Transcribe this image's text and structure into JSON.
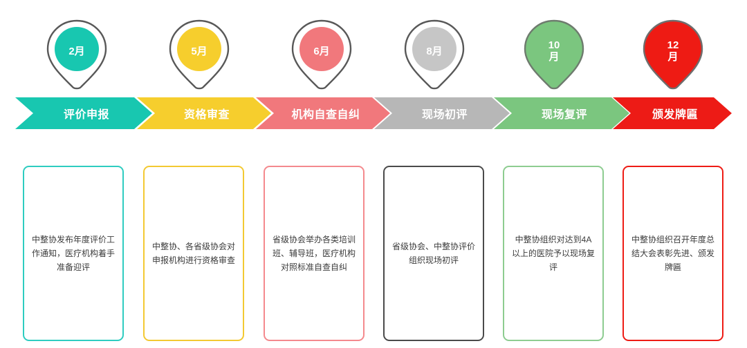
{
  "diagram": {
    "title": "医疗机构年度评价流程时间轴",
    "type": "process-timeline",
    "stage_count": 6
  },
  "stages": [
    {
      "pin": {
        "name": "pin-marker-1",
        "month_label": "2月",
        "fill": "#18C7B0",
        "outline": "#585858",
        "style": "ring"
      },
      "chevron": {
        "name": "chevron-stage-1",
        "label": "评价申报",
        "fill": "#18C7B0"
      },
      "card": {
        "name": "card-stage-1",
        "text": "中整协发布年度评价工作通知，医疗机构着手准备迎评",
        "border": "#2ECCC0"
      }
    },
    {
      "pin": {
        "name": "pin-marker-2",
        "month_label": "5月",
        "fill": "#F6CE2D",
        "outline": "#585858",
        "style": "ring"
      },
      "chevron": {
        "name": "chevron-stage-2",
        "label": "资格审查",
        "fill": "#F6CE2D"
      },
      "card": {
        "name": "card-stage-2",
        "text": "中整协、各省级协会对申报机构进行资格审查",
        "border": "#F3C932"
      }
    },
    {
      "pin": {
        "name": "pin-marker-3",
        "month_label": "6月",
        "fill": "#F1787C",
        "outline": "#585858",
        "style": "ring"
      },
      "chevron": {
        "name": "chevron-stage-3",
        "label": "机构自查自纠",
        "fill": "#F1787C"
      },
      "card": {
        "name": "card-stage-3",
        "text": "省级协会举办各类培训班、辅导班，医疗机构对照标准自查自纠",
        "border": "#F4898D"
      }
    },
    {
      "pin": {
        "name": "pin-marker-4",
        "month_label": "8月",
        "fill": "#C6C6C6",
        "outline": "#585858",
        "style": "ring"
      },
      "chevron": {
        "name": "chevron-stage-4",
        "label": "现场初评",
        "fill": "#B7B7B7"
      },
      "card": {
        "name": "card-stage-4",
        "text": "省级协会、中整协评价组织现场初评",
        "border": "#4A4A4A"
      }
    },
    {
      "pin": {
        "name": "pin-marker-5",
        "month_label": "10\n月",
        "fill": "#7BC67F",
        "outline": "#6E7B6E",
        "style": "solid"
      },
      "chevron": {
        "name": "chevron-stage-5",
        "label": "现场复评",
        "fill": "#7BC67F"
      },
      "card": {
        "name": "card-stage-5",
        "text": "中整协组织对达到4A以上的医院予以现场复评",
        "border": "#8DCC90"
      }
    },
    {
      "pin": {
        "name": "pin-marker-6",
        "month_label": "12\n月",
        "fill": "#EE1B14",
        "outline": "#6E6E6E",
        "style": "solid"
      },
      "chevron": {
        "name": "chevron-stage-6",
        "label": "颁发牌匾",
        "fill": "#ED1B16"
      },
      "card": {
        "name": "card-stage-6",
        "text": "中整协组织召开年度总结大会表彰先进、颁发牌匾",
        "border": "#EE1B14"
      }
    }
  ],
  "layout": {
    "pin_left_positions": [
      63,
      240,
      417,
      580,
      753,
      925
    ],
    "chevron_left_positions": [
      22,
      198,
      370,
      541,
      714,
      886
    ],
    "chevron_widths": [
      198,
      194,
      194,
      196,
      196,
      172
    ],
    "card_left_positions": [
      33,
      207,
      381,
      554,
      727,
      900
    ]
  }
}
